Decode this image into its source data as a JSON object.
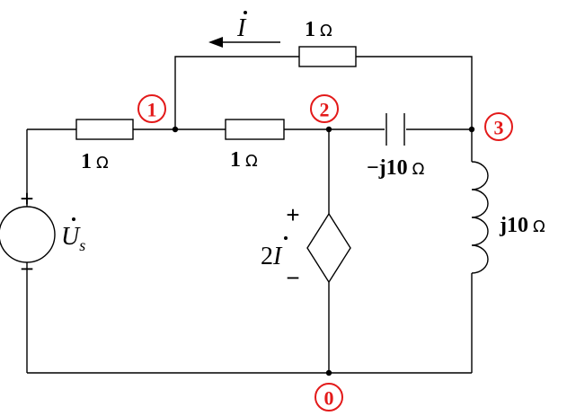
{
  "components": {
    "r_top": {
      "value": "1",
      "unit": "Ω"
    },
    "r_left": {
      "value": "1",
      "unit": "Ω"
    },
    "r_mid": {
      "value": "1",
      "unit": "Ω"
    },
    "capacitor": {
      "value": "−j10",
      "unit": "Ω"
    },
    "inductor": {
      "value": "j10",
      "unit": "Ω"
    },
    "source": {
      "symbol": "U",
      "subscript": "s",
      "plus": "+",
      "minus": "−"
    },
    "dependent_source": {
      "coeff": "2",
      "symbol": "I",
      "plus": "+",
      "minus": "−"
    },
    "current": {
      "symbol": "I"
    }
  },
  "nodes": [
    {
      "label": "1"
    },
    {
      "label": "2"
    },
    {
      "label": "3"
    },
    {
      "label": "0"
    }
  ],
  "colors": {
    "node": "#e31a1a",
    "wire": "#000000"
  }
}
